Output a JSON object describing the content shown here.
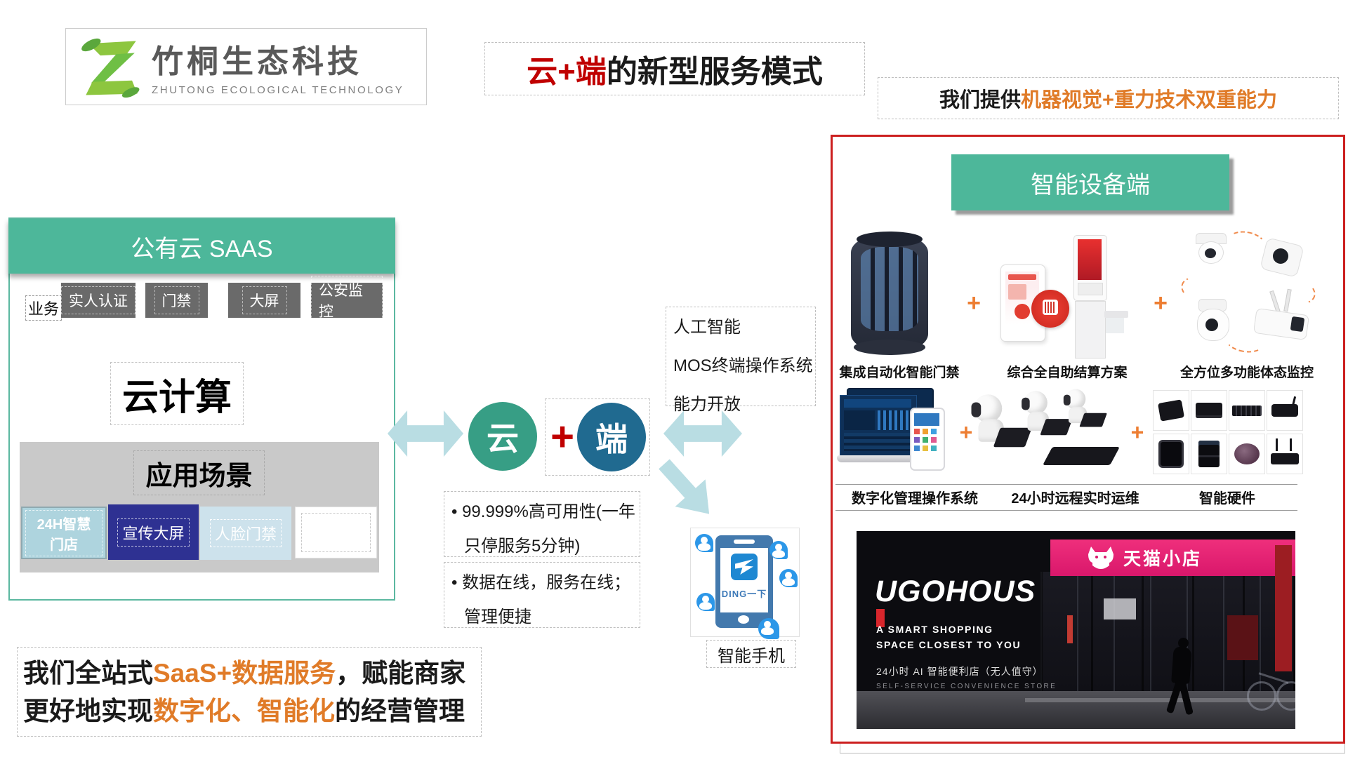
{
  "logo": {
    "company_zh": "竹桐生态科技",
    "company_en": "ZHUTONG ECOLOGICAL TECHNOLOGY"
  },
  "title": {
    "highlight": "云+端",
    "rest": "的新型服务模式"
  },
  "capability_banner": {
    "prefix": "我们提供",
    "highlight": "机器视觉+重力技术双重能力"
  },
  "saas_panel": {
    "header": "公有云 SAAS",
    "business_label": "业务",
    "service_buttons": [
      "实人认证",
      "门禁",
      "大屏",
      "公安监控"
    ],
    "cloud_computing": "云计算",
    "scenarios_title": "应用场景",
    "scenario_buttons": [
      "24H智慧门店",
      "宣传大屏",
      "人脸门禁"
    ]
  },
  "center": {
    "cloud_label": "云",
    "plus": "+",
    "terminal_label": "端",
    "capabilities": [
      "人工智能",
      "MOS终端操作系统",
      "能力开放"
    ],
    "bullet_marker": "•",
    "bullet1_line1": "99.999%高可用性(一年",
    "bullet1_line2": "只停服务5分钟)",
    "bullet2_line1": "数据在线，服务在线；",
    "bullet2_line2": "管理便捷",
    "phone_app_label": "DING一下",
    "phone_caption": "智能手机"
  },
  "device_panel": {
    "header": "智能设备端",
    "plus": "+",
    "row1_captions": [
      "集成自动化智能门禁",
      "综合全自助结算方案",
      "全方位多功能体态监控"
    ],
    "row2_captions": [
      "数字化管理操作系统",
      "24小时远程实时运维",
      "智能硬件"
    ],
    "photo": {
      "brand": "UGOHOUS",
      "tagline1": "A SMART SHOPPING",
      "tagline2": "SPACE CLOSEST TO YOU",
      "tagline3": "24小时 AI 智能便利店（无人值守）",
      "tagline4": "SELF-SERVICE CONVENIENCE STORE",
      "store_sign": "天猫小店"
    }
  },
  "footer": {
    "l1a": "我们全站式",
    "l1b": "SaaS+数据服务",
    "l1c": "，赋能商家",
    "l2a": "更好地实现",
    "l2b": "数字化、智能化",
    "l2c": "的经营管理"
  },
  "colors": {
    "teal": "#4db79a",
    "cloud_teal": "#379e85",
    "terminal_blue": "#206a90",
    "accent_red": "#c00000",
    "panel_red": "#cc1f1f",
    "orange": "#e07b28",
    "navy": "#2e3192",
    "arrow_blue": "#b9dde3",
    "button_gray": "#6a6a6a"
  }
}
